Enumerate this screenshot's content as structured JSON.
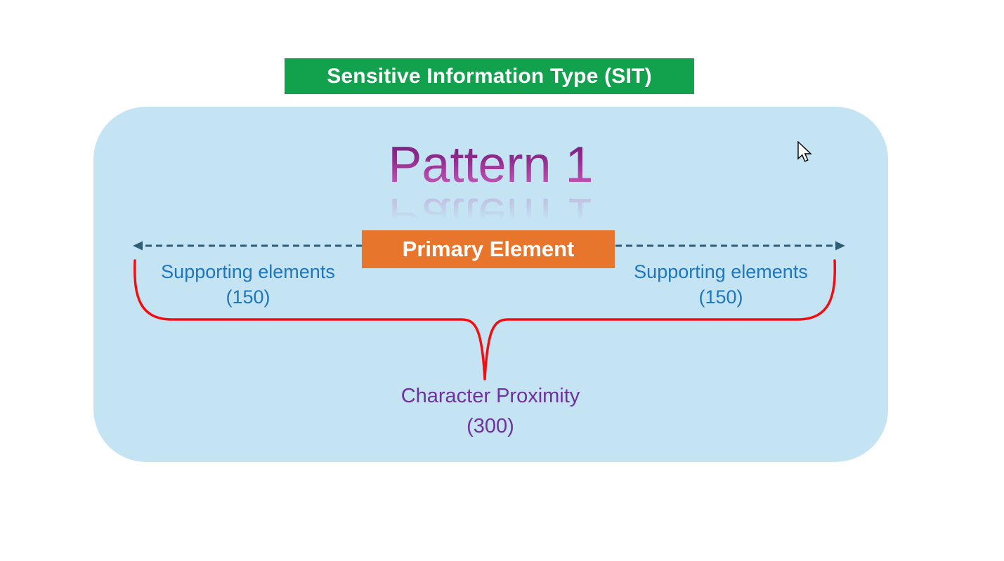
{
  "banner": {
    "label": "Sensitive Information Type (SIT)"
  },
  "pattern": {
    "title": "Pattern 1"
  },
  "primary": {
    "label": "Primary Element"
  },
  "supporting_left": {
    "line1": "Supporting elements",
    "line2": "(150)"
  },
  "supporting_right": {
    "line1": "Supporting elements",
    "line2": "(150)"
  },
  "proximity": {
    "line1": "Character Proximity",
    "line2": "(300)"
  },
  "icons": {
    "left_range": "dashed-arrow-left",
    "right_range": "dashed-arrow-right",
    "brace": "red-curly-brace",
    "cursor": "mouse-pointer"
  },
  "colors": {
    "banner_green": "#12A24D",
    "card_blue": "#C5E4F3",
    "primary_orange": "#E8752C",
    "text_blue": "#1E76BC",
    "dash_blue": "#2D5E78",
    "text_purple": "#7030A0",
    "brace_red": "#F20D11",
    "pattern_gradient_top": "#722180",
    "pattern_gradient_bottom": "#CE6BC6"
  }
}
